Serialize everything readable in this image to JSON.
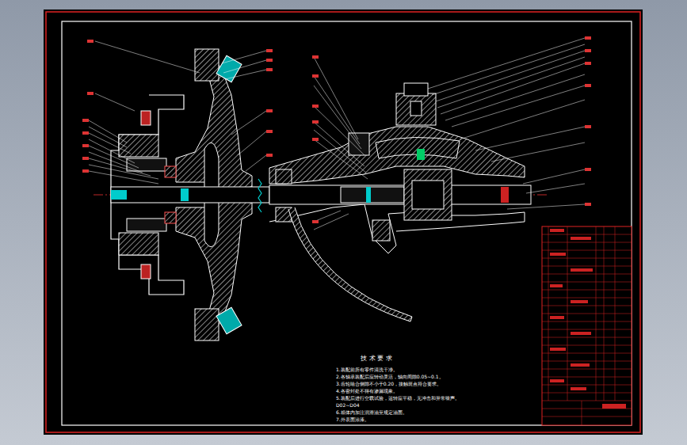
{
  "diagram": {
    "labels": [
      "技 术 要 求",
      "1.装配前所有零件清洗干净。",
      "2.各轴承装配后应转动灵活，轴向间隙0.05~0.1。",
      "3.齿轮啮合侧隙不小于0.20，接触斑点符合要求。",
      "4.各密封处不得有渗漏现象。",
      "5.装配后进行空载试验，运转应平稳，无冲击和异常噪声。",
      "D02~D04",
      "6.箱体内加注润滑油至规定油面。",
      "7.外表面涂漆。"
    ]
  }
}
